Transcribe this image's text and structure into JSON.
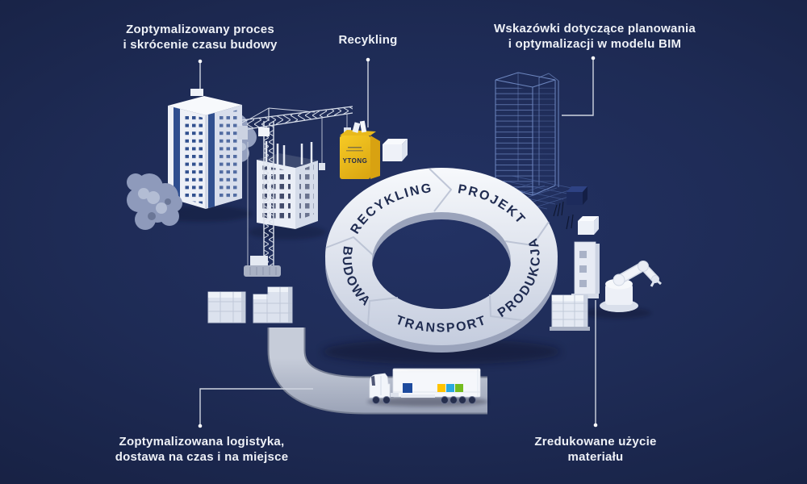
{
  "callouts": {
    "process": {
      "line1": "Zoptymalizowany proces",
      "line2": "i skrócenie czasu budowy"
    },
    "recycling": {
      "line1": "Recykling",
      "line2": ""
    },
    "bim": {
      "line1": "Wskazówki dotyczące planowania",
      "line2": "i optymalizacji w modelu BIM"
    },
    "logistics": {
      "line1": "Zoptymalizowana logistyka,",
      "line2": "dostawa na czas i na miejsce"
    },
    "material": {
      "line1": "Zredukowane użycie",
      "line2": "materiału"
    }
  },
  "ring": {
    "segments": [
      {
        "label": "RECYKLING"
      },
      {
        "label": "PROJEKT"
      },
      {
        "label": "PRODUKCJA"
      },
      {
        "label": "TRANSPORT"
      },
      {
        "label": "BUDOWA"
      }
    ]
  },
  "bag": {
    "brand": "YTONG"
  },
  "truck": {
    "logo_colors": {
      "navy": "#1e4b9e",
      "yellow": "#ffc400",
      "blue": "#29a8df",
      "green": "#74bc1f"
    }
  },
  "colors": {
    "background_center": "#233264",
    "background_edge": "#121a35",
    "label_text": "#eef1f7",
    "ring_light": "#f7f9fc",
    "ring_dark": "#c3cbdd",
    "ring_text": "#1f2b50",
    "leader_line": "#cfd5e0",
    "bag_yellow": "#f2c21e",
    "wireframe_blue": "#7b96d2"
  }
}
